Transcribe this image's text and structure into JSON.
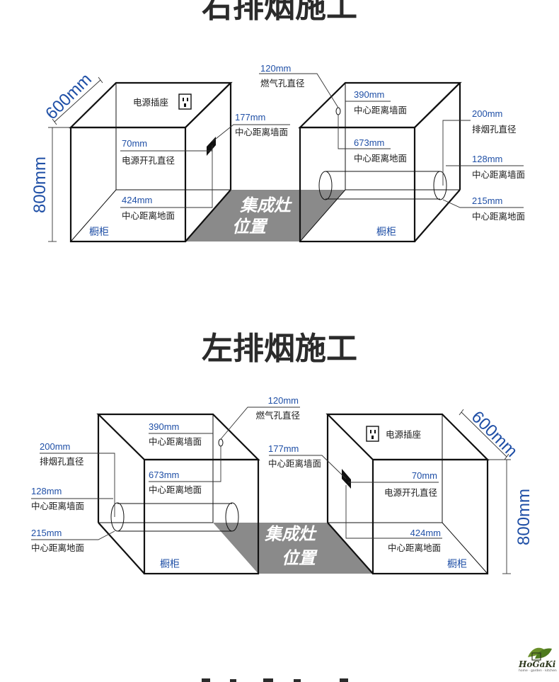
{
  "right_section": {
    "title": "右排烟施工",
    "dims": {
      "depth": "600mm",
      "height": "800mm"
    },
    "left_cabinet": {
      "socket_label": "电源插座",
      "outlet_h_val": "177mm",
      "outlet_h_text": "中心距离墙面",
      "outlet_d_val": "70mm",
      "outlet_d_text": "电源开孔直径",
      "outlet_g_val": "424mm",
      "outlet_g_text": "中心距离地面",
      "name": "橱柜"
    },
    "right_cabinet": {
      "gas_d_val": "120mm",
      "gas_d_text": "燃气孔直径",
      "gas_w_val": "390mm",
      "gas_w_text": "中心距离墙面",
      "gas_g_val": "673mm",
      "gas_g_text": "中心距离地面",
      "exh_d_val": "200mm",
      "exh_d_text": "排烟孔直径",
      "exh_w_val": "128mm",
      "exh_w_text": "中心距离墙面",
      "exh_g_val": "215mm",
      "exh_g_text": "中心距离地面",
      "name": "橱柜"
    },
    "stove_line1": "集成灶",
    "stove_line2": "位置"
  },
  "left_section": {
    "title": "左排烟施工",
    "dims": {
      "depth": "600mm",
      "height": "800mm"
    },
    "left_cabinet": {
      "gas_d_val": "120mm",
      "gas_d_text": "燃气孔直径",
      "gas_w_val": "390mm",
      "gas_w_text": "中心距离墙面",
      "gas_g_val": "673mm",
      "gas_g_text": "中心距离地面",
      "exh_d_val": "200mm",
      "exh_d_text": "排烟孔直径",
      "exh_w_val": "128mm",
      "exh_w_text": "中心距离墙面",
      "exh_g_val": "215mm",
      "exh_g_text": "中心距离地面",
      "name": "橱柜"
    },
    "right_cabinet": {
      "socket_label": "电源插座",
      "outlet_h_val": "177mm",
      "outlet_h_text": "中心距离墙面",
      "outlet_d_val": "70mm",
      "outlet_d_text": "电源开孔直径",
      "outlet_g_val": "424mm",
      "outlet_g_text": "中心距离地面",
      "name": "橱柜"
    },
    "stove_line1": "集成灶",
    "stove_line2": "位置"
  },
  "logo": {
    "brand": "HoGaKi",
    "slogan": "home · garden · kitchen"
  },
  "colors": {
    "accent_blue": "#1f4fa6",
    "stove_gray": "#8a8a8a",
    "title_dark": "#2b2b2b"
  }
}
